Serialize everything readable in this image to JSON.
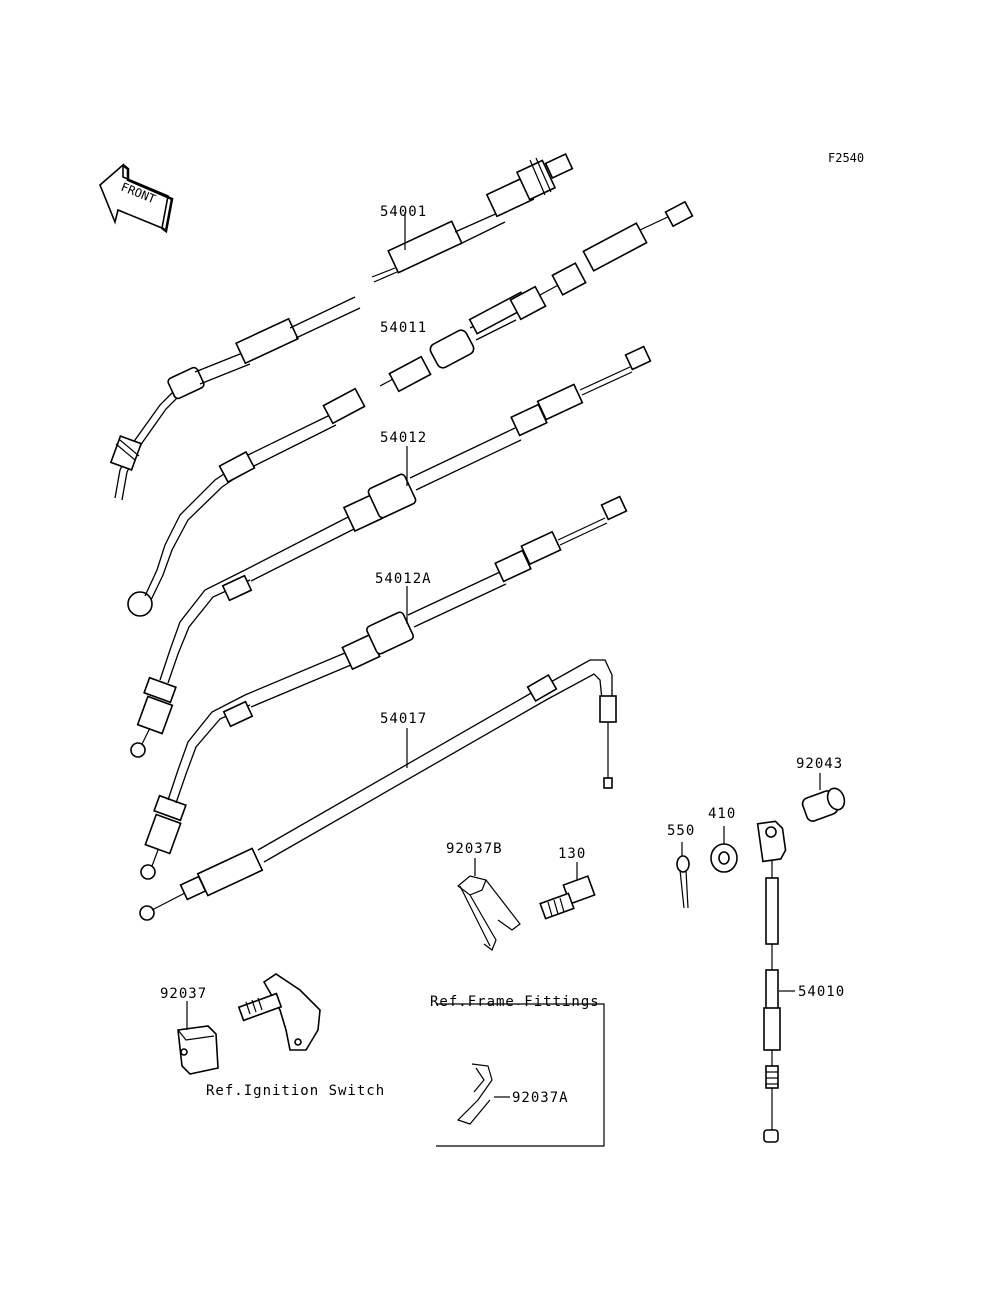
{
  "diagram": {
    "ref_code": "F2540",
    "front_label": "FRONT",
    "parts": {
      "p54001": "54001",
      "p54011": "54011",
      "p54012": "54012",
      "p54012A": "54012A",
      "p54017": "54017",
      "p92043": "92043",
      "p410": "410",
      "p550": "550",
      "p92037B": "92037B",
      "p130": "130",
      "p92037": "92037",
      "p54010": "54010",
      "p92037A": "92037A"
    },
    "refs": {
      "frame_fittings": "Ref.Frame Fittings",
      "ignition_switch": "Ref.Ignition Switch"
    }
  }
}
